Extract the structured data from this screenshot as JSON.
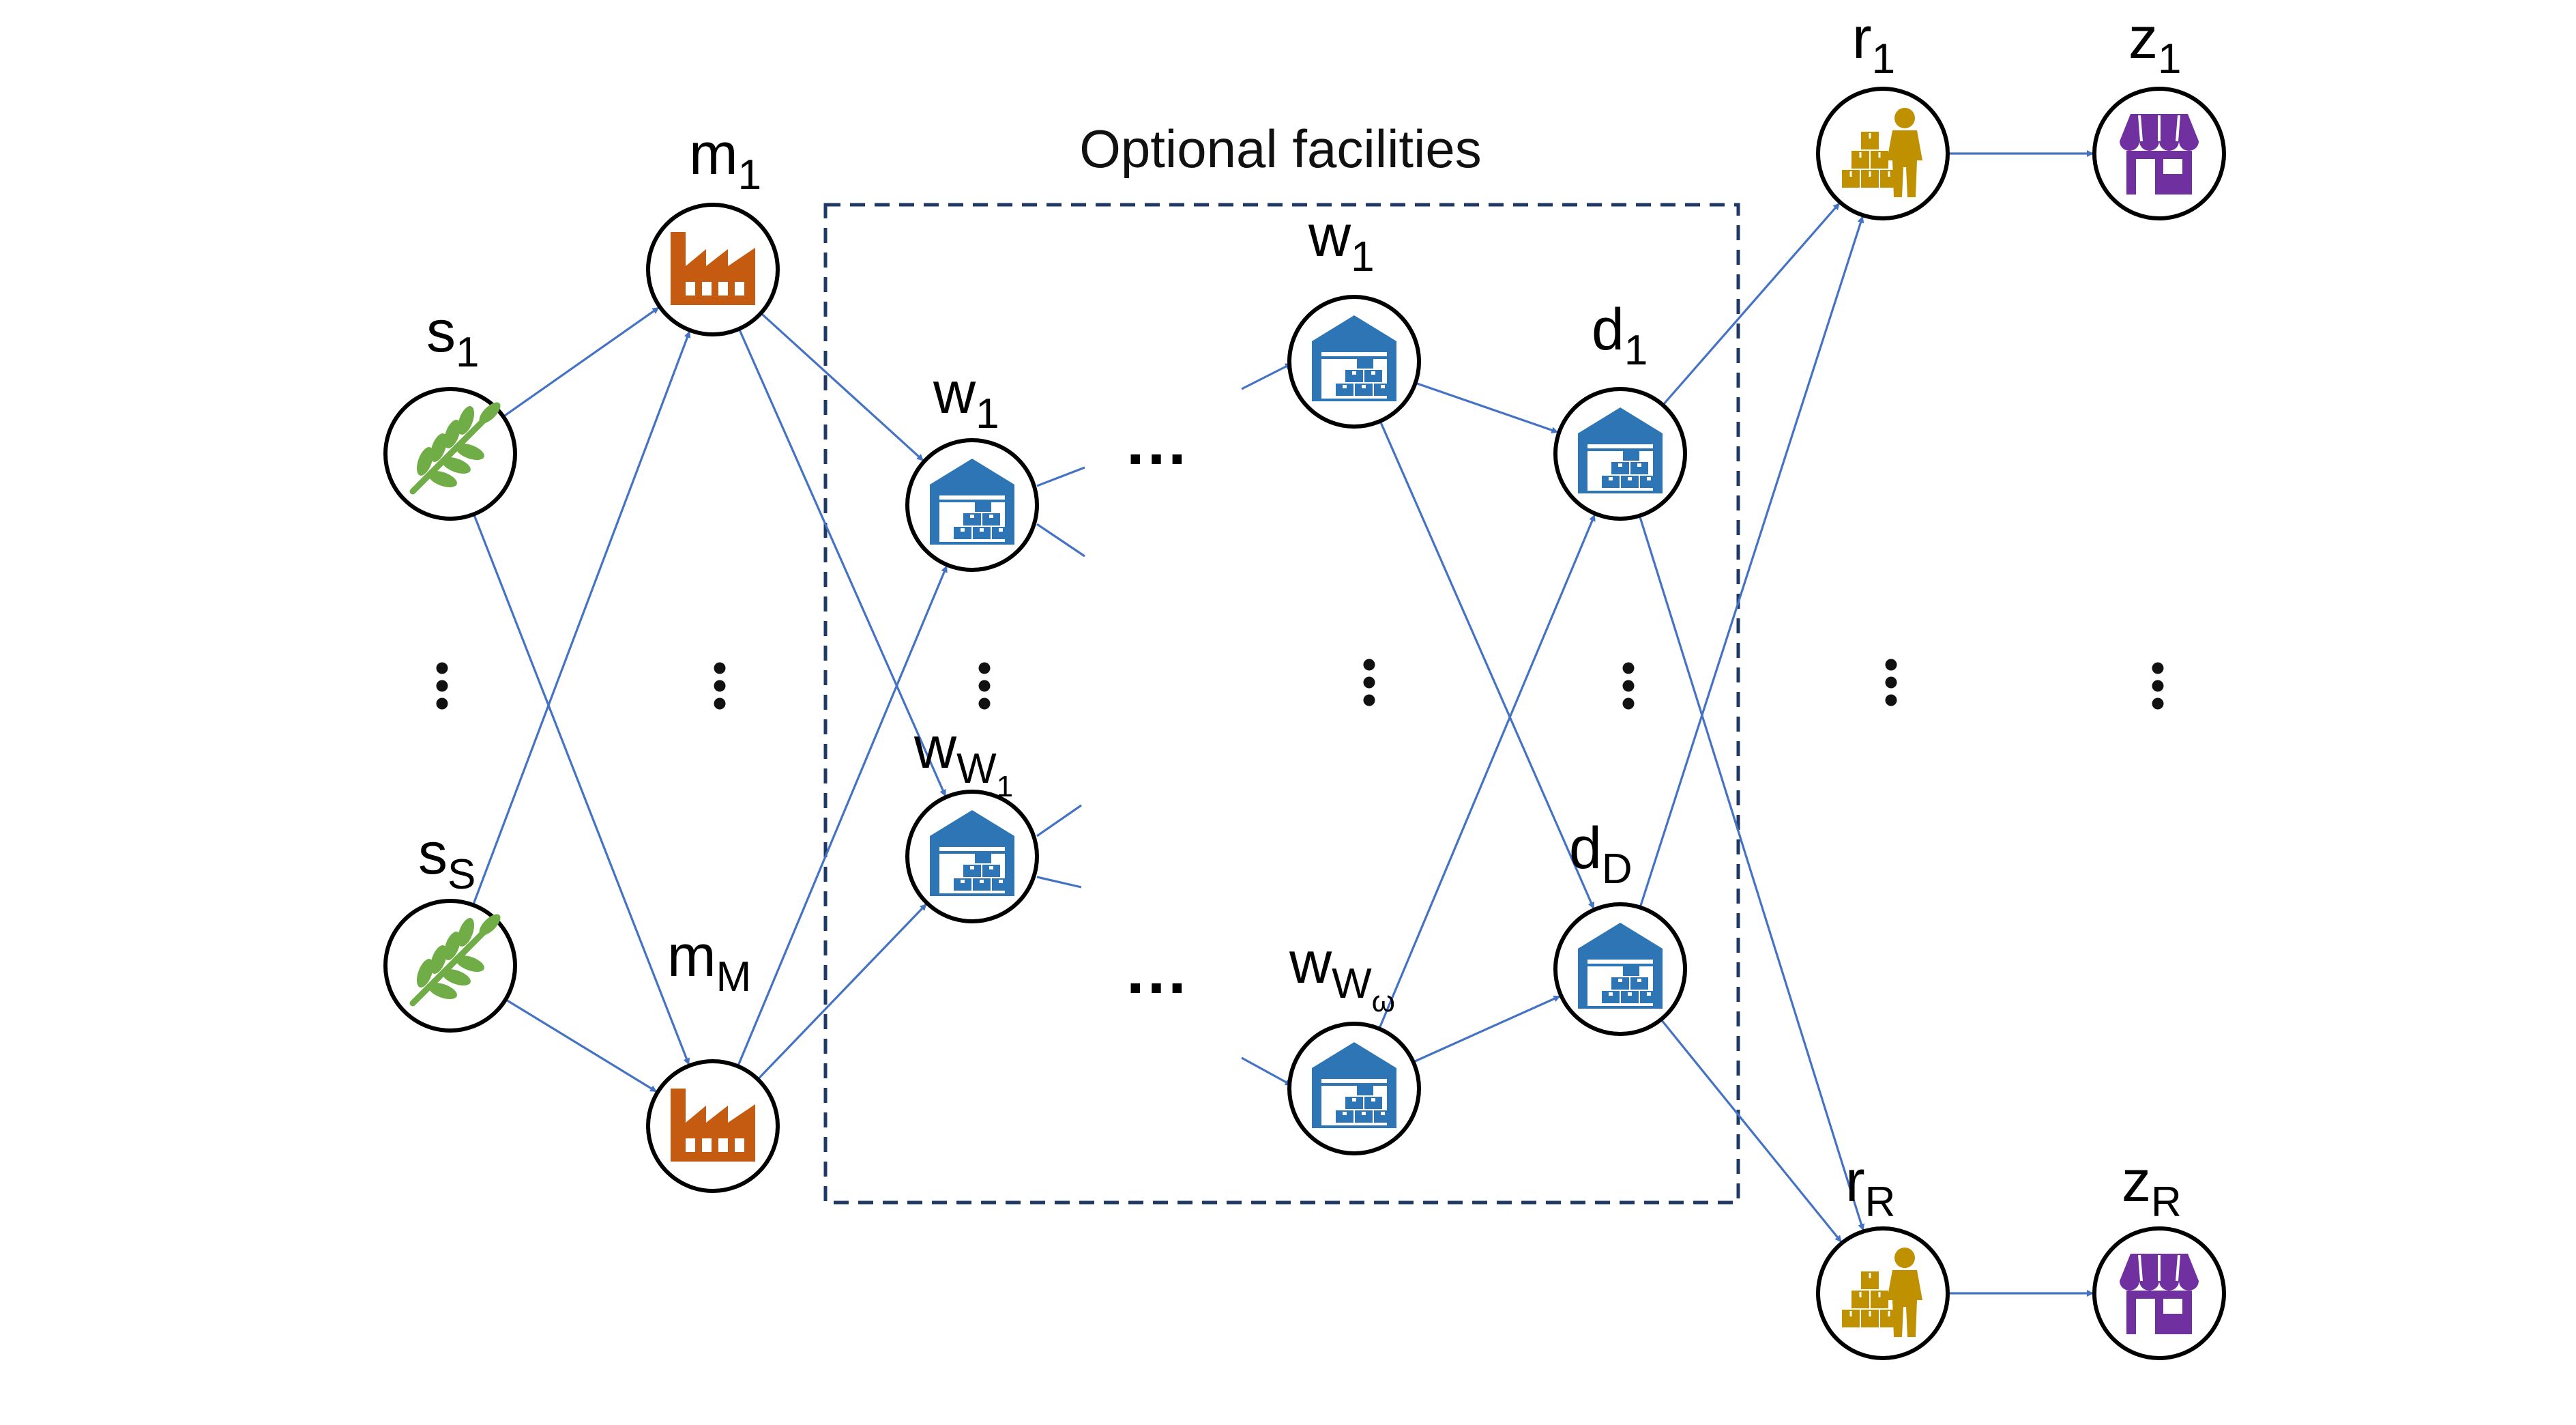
{
  "title": "Optional facilities",
  "colors": {
    "edge": "#4472c4",
    "box": "#1f3864",
    "supplier_icon": "#70ad47",
    "manufacturer_icon": "#c55a11",
    "warehouse_icon": "#2e75b6",
    "retailer_icon": "#bf9000",
    "store_icon": "#7030a0"
  },
  "nodes": {
    "s1": {
      "base": "s",
      "sub": "1",
      "icon": "leaf-icon"
    },
    "sS": {
      "base": "s",
      "sub": "S",
      "icon": "leaf-icon"
    },
    "m1": {
      "base": "m",
      "sub": "1",
      "icon": "factory-icon"
    },
    "mM": {
      "base": "m",
      "sub": "M",
      "icon": "factory-icon"
    },
    "w1a": {
      "base": "w",
      "sub": "1",
      "icon": "warehouse-icon"
    },
    "wW1": {
      "base": "w",
      "sub": "W",
      "subsub": "1",
      "icon": "warehouse-icon"
    },
    "w1b": {
      "base": "w",
      "sub": "1",
      "icon": "warehouse-icon"
    },
    "wWw": {
      "base": "w",
      "sub": "W",
      "subsub": "ω",
      "icon": "warehouse-icon"
    },
    "d1": {
      "base": "d",
      "sub": "1",
      "icon": "warehouse-icon"
    },
    "dD": {
      "base": "d",
      "sub": "D",
      "icon": "warehouse-icon"
    },
    "r1": {
      "base": "r",
      "sub": "1",
      "icon": "retailer-icon"
    },
    "rR": {
      "base": "r",
      "sub": "R",
      "icon": "retailer-icon"
    },
    "z1": {
      "base": "z",
      "sub": "1",
      "icon": "store-icon"
    },
    "zR": {
      "base": "z",
      "sub": "R",
      "icon": "store-icon"
    }
  },
  "ellipsis": {
    "horizontal": "…",
    "vertical": "⋮"
  }
}
